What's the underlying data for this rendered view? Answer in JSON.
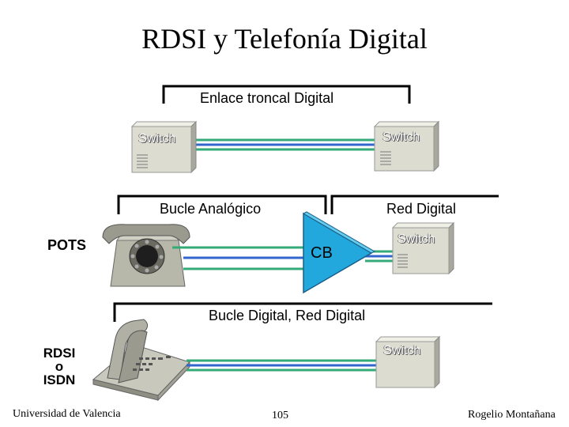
{
  "title": "RDSI y Telefonía Digital",
  "sections": {
    "trunk": "Enlace troncal Digital",
    "analog_loop": "Bucle Analógico",
    "digital_network": "Red Digital",
    "digital_loop": "Bucle Digital, Red Digital"
  },
  "devices": {
    "switch_label": "Switch",
    "cb_label": "CB",
    "pots_label": "POTS",
    "rdsi_label_1": "RDSI",
    "rdsi_label_2": "o",
    "rdsi_label_3": "ISDN"
  },
  "colors": {
    "line_green": "#33aa77",
    "line_blue": "#3366cc",
    "cb_fill": "#22a8dd",
    "switch_fill": "#dcdcd0"
  },
  "footer": {
    "left": "Universidad de Valencia",
    "center": "105",
    "right": "Rogelio Montañana"
  }
}
